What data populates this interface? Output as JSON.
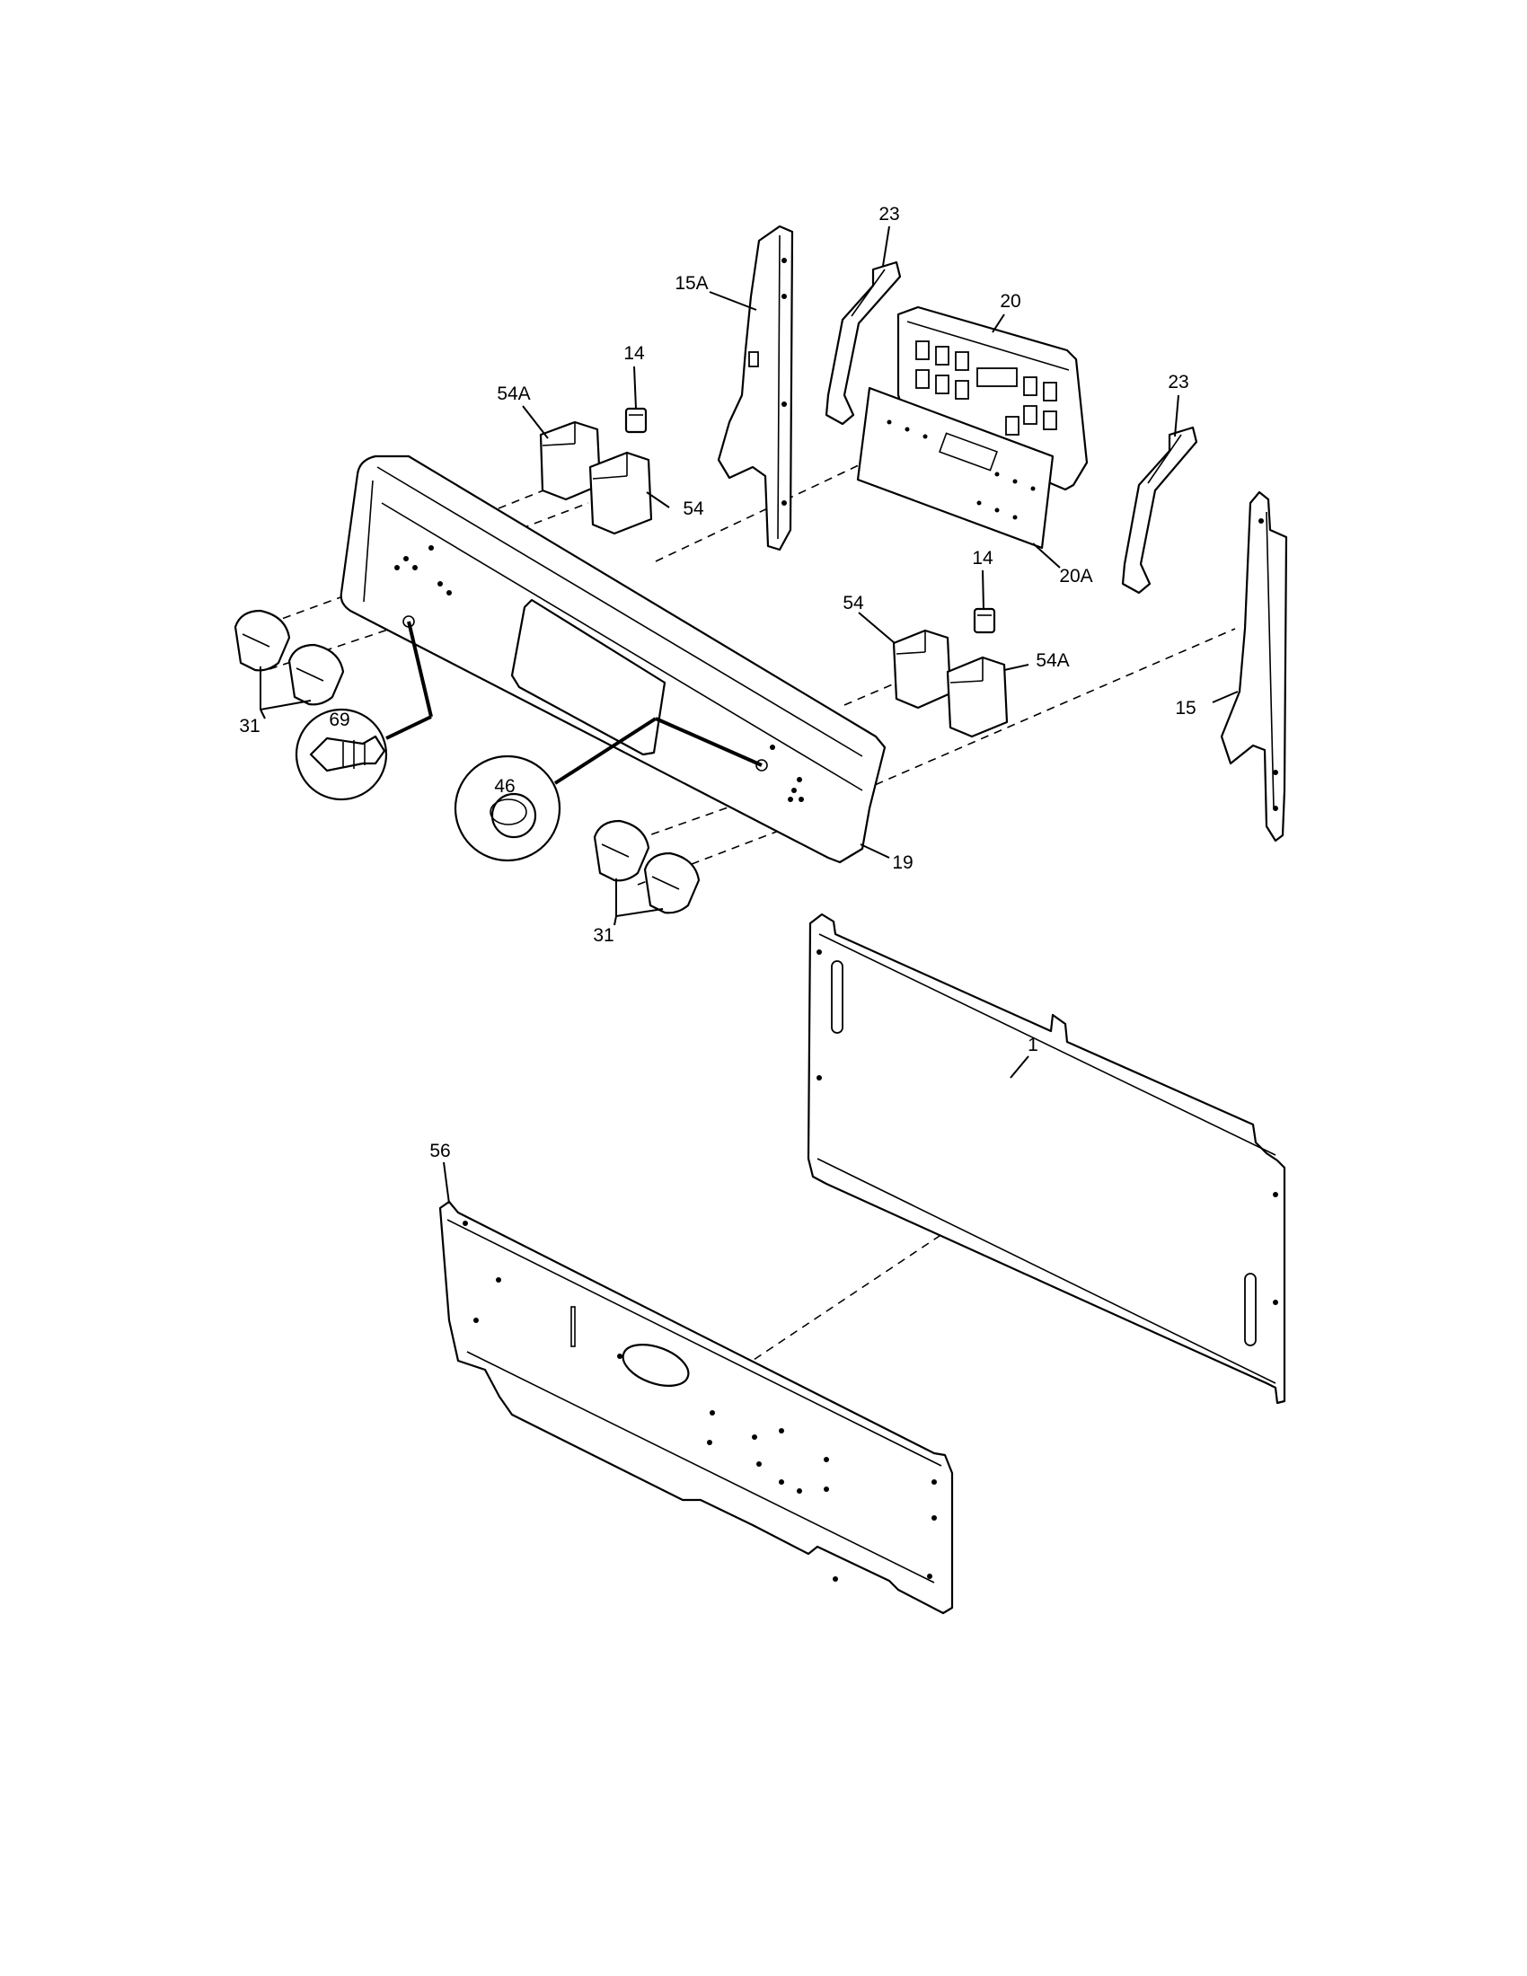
{
  "callouts": {
    "c23a": "23",
    "c20": "20",
    "c15a": "15A",
    "c14a": "14",
    "c54a_a": "54A",
    "c54_a": "54",
    "c23b": "23",
    "c20a": "20A",
    "c14b": "14",
    "c54_b": "54",
    "c54a_b": "54A",
    "c15": "15",
    "c31a": "31",
    "c69": "69",
    "c46": "46",
    "c19": "19",
    "c31b": "31",
    "c1": "1",
    "c56": "56"
  },
  "colors": {
    "line": "#000000",
    "background": "#ffffff"
  }
}
